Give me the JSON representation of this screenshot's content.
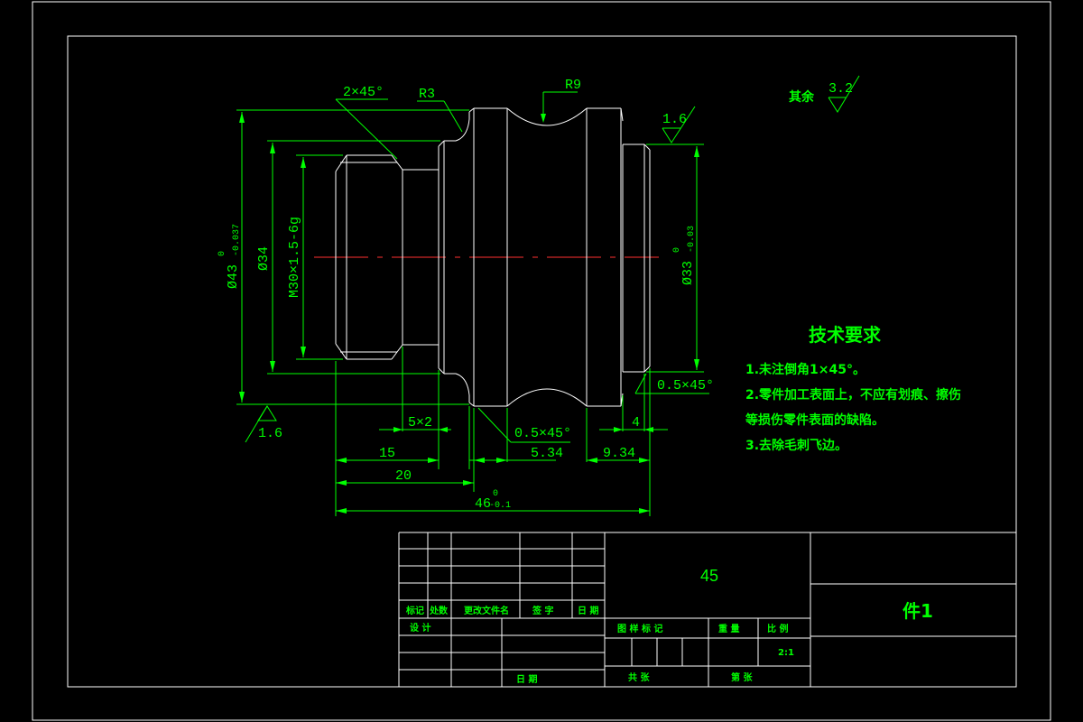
{
  "roughness": {
    "other_label": "其余",
    "other_value": "3.2",
    "right_face": "1.6",
    "left_face": "1.6"
  },
  "dims": {
    "chamfer_left": "2×45°",
    "fillet_r3": "R3",
    "groove_r9": "R9",
    "dia_43": "Ø43",
    "dia_43_tol_upper": "0",
    "dia_43_tol_lower": "-0.037",
    "dia_34": "Ø34",
    "thread": "M30×1.5-6g",
    "dia_33": "Ø33",
    "dia_33_tol_upper": "0",
    "dia_33_tol_lower": "-0.03",
    "chamfer_right": "0.5×45°",
    "chamfer_mid": "0.5×45°",
    "undercut": "5×2",
    "len_4": "4",
    "len_15": "15",
    "len_534": "5.34",
    "len_934": "9.34",
    "len_20": "20",
    "len_46": "46",
    "len_46_tol_upper": "0",
    "len_46_tol_lower": "-0.1"
  },
  "requirements": {
    "title": "技术要求",
    "items": [
      "1.未注倒角1×45°。",
      "2.零件加工表面上，不应有划痕、擦伤",
      "等损伤零件表面的缺陷。",
      "3.去除毛刺飞边。"
    ]
  },
  "title_block": {
    "material": "45",
    "part_name": "件1",
    "col_mark": "标记",
    "col_count": "处数",
    "col_change_doc": "更改文件名",
    "col_sign": "签  字",
    "col_date": "日 期",
    "design": "设  计",
    "date": "日 期",
    "drawing_mark": "图 样 标 记",
    "weight": "重 量",
    "scale_label": "比 例",
    "scale_value": "2:1",
    "total": "共    张",
    "sheet": "第    张"
  }
}
